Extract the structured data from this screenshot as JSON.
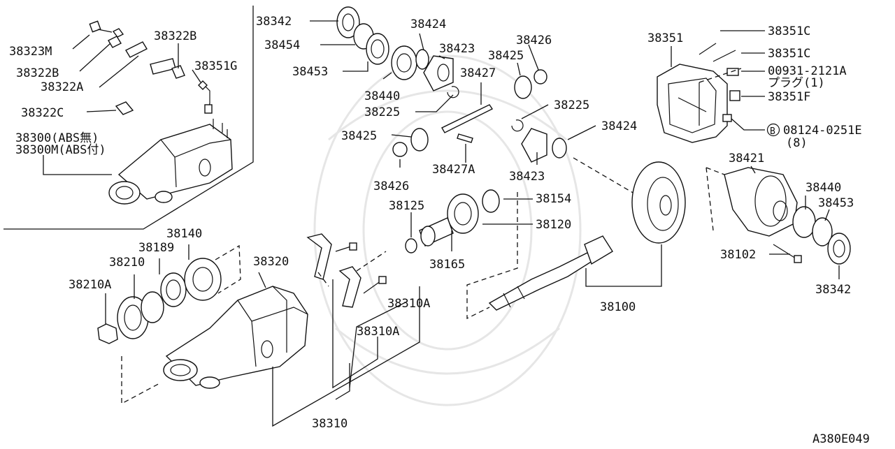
{
  "diagram_code": "A380E049",
  "parts": {
    "p38323M": "38323M",
    "p38322B_top": "38322B",
    "p38322B_left": "38322B",
    "p38322A": "38322A",
    "p38351G": "38351G",
    "p38322C": "38322C",
    "p38300": "38300(ABS無)",
    "p38300M": "38300M(ABS付)",
    "p38342_top": "38342",
    "p38454": "38454",
    "p38453_left": "38453",
    "p38424_top": "38424",
    "p38423_top": "38423",
    "p38440_left": "38440",
    "p38225_left": "38225",
    "p38426_top": "38426",
    "p38425_top": "38425",
    "p38427": "38427",
    "p38225_right": "38225",
    "p38424_mid": "38424",
    "p38425_mid": "38425",
    "p38426_mid": "38426",
    "p38427A": "38427A",
    "p38423_mid": "38423",
    "p38351": "38351",
    "p38351C_a": "38351C",
    "p38351C_b": "38351C",
    "p00931": "00931-2121A",
    "plug": "プラグ(1)",
    "p38351F": "38351F",
    "bolt_marker": "B",
    "p08124": "08124-0251E",
    "qty8": "(8)",
    "p38421": "38421",
    "p38440_right": "38440",
    "p38453_right": "38453",
    "p38102": "38102",
    "p38342_right": "38342",
    "p38125": "38125",
    "p38154": "38154",
    "p38120": "38120",
    "p38165": "38165",
    "p38140": "38140",
    "p38189": "38189",
    "p38210": "38210",
    "p38210A": "38210A",
    "p38320": "38320",
    "p38310A_a": "38310A",
    "p38310A_b": "38310A",
    "p38100": "38100",
    "p38310": "38310"
  }
}
